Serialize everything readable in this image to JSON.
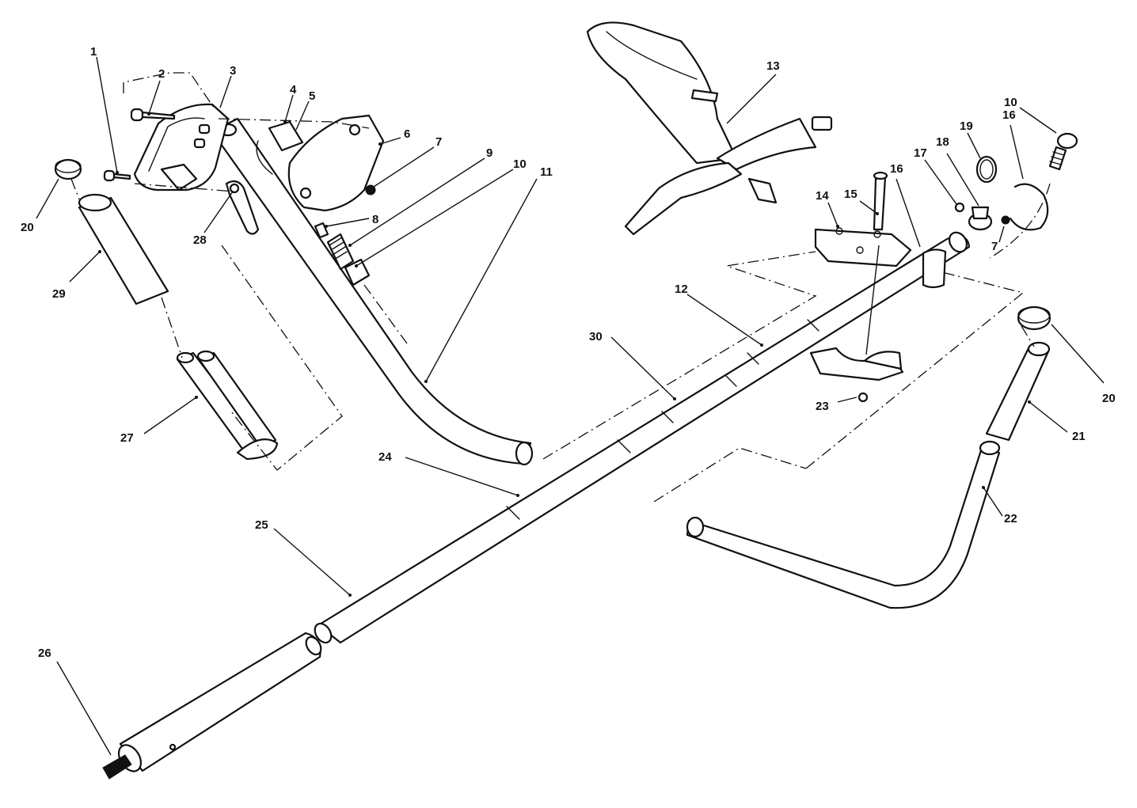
{
  "colors": {
    "ink": "#111111",
    "paper": "#ffffff"
  },
  "callouts": [
    {
      "id": "c1",
      "text": "1"
    },
    {
      "id": "c2",
      "text": "2"
    },
    {
      "id": "c3",
      "text": "3"
    },
    {
      "id": "c4",
      "text": "4"
    },
    {
      "id": "c5",
      "text": "5"
    },
    {
      "id": "c6",
      "text": "6"
    },
    {
      "id": "c7a",
      "text": "7"
    },
    {
      "id": "c7b",
      "text": "7"
    },
    {
      "id": "c8",
      "text": "8"
    },
    {
      "id": "c9",
      "text": "9"
    },
    {
      "id": "c10a",
      "text": "10"
    },
    {
      "id": "c10b",
      "text": "10"
    },
    {
      "id": "c11",
      "text": "11"
    },
    {
      "id": "c12",
      "text": "12"
    },
    {
      "id": "c13",
      "text": "13"
    },
    {
      "id": "c14",
      "text": "14"
    },
    {
      "id": "c15",
      "text": "15"
    },
    {
      "id": "c16a",
      "text": "16"
    },
    {
      "id": "c16b",
      "text": "16"
    },
    {
      "id": "c17",
      "text": "17"
    },
    {
      "id": "c18",
      "text": "18"
    },
    {
      "id": "c19",
      "text": "19"
    },
    {
      "id": "c20a",
      "text": "20"
    },
    {
      "id": "c20b",
      "text": "20"
    },
    {
      "id": "c21",
      "text": "21"
    },
    {
      "id": "c22",
      "text": "22"
    },
    {
      "id": "c23",
      "text": "23"
    },
    {
      "id": "c24",
      "text": "24"
    },
    {
      "id": "c25",
      "text": "25"
    },
    {
      "id": "c26",
      "text": "26"
    },
    {
      "id": "c27",
      "text": "27"
    },
    {
      "id": "c28",
      "text": "28"
    },
    {
      "id": "c29",
      "text": "29"
    },
    {
      "id": "c30",
      "text": "30"
    }
  ]
}
